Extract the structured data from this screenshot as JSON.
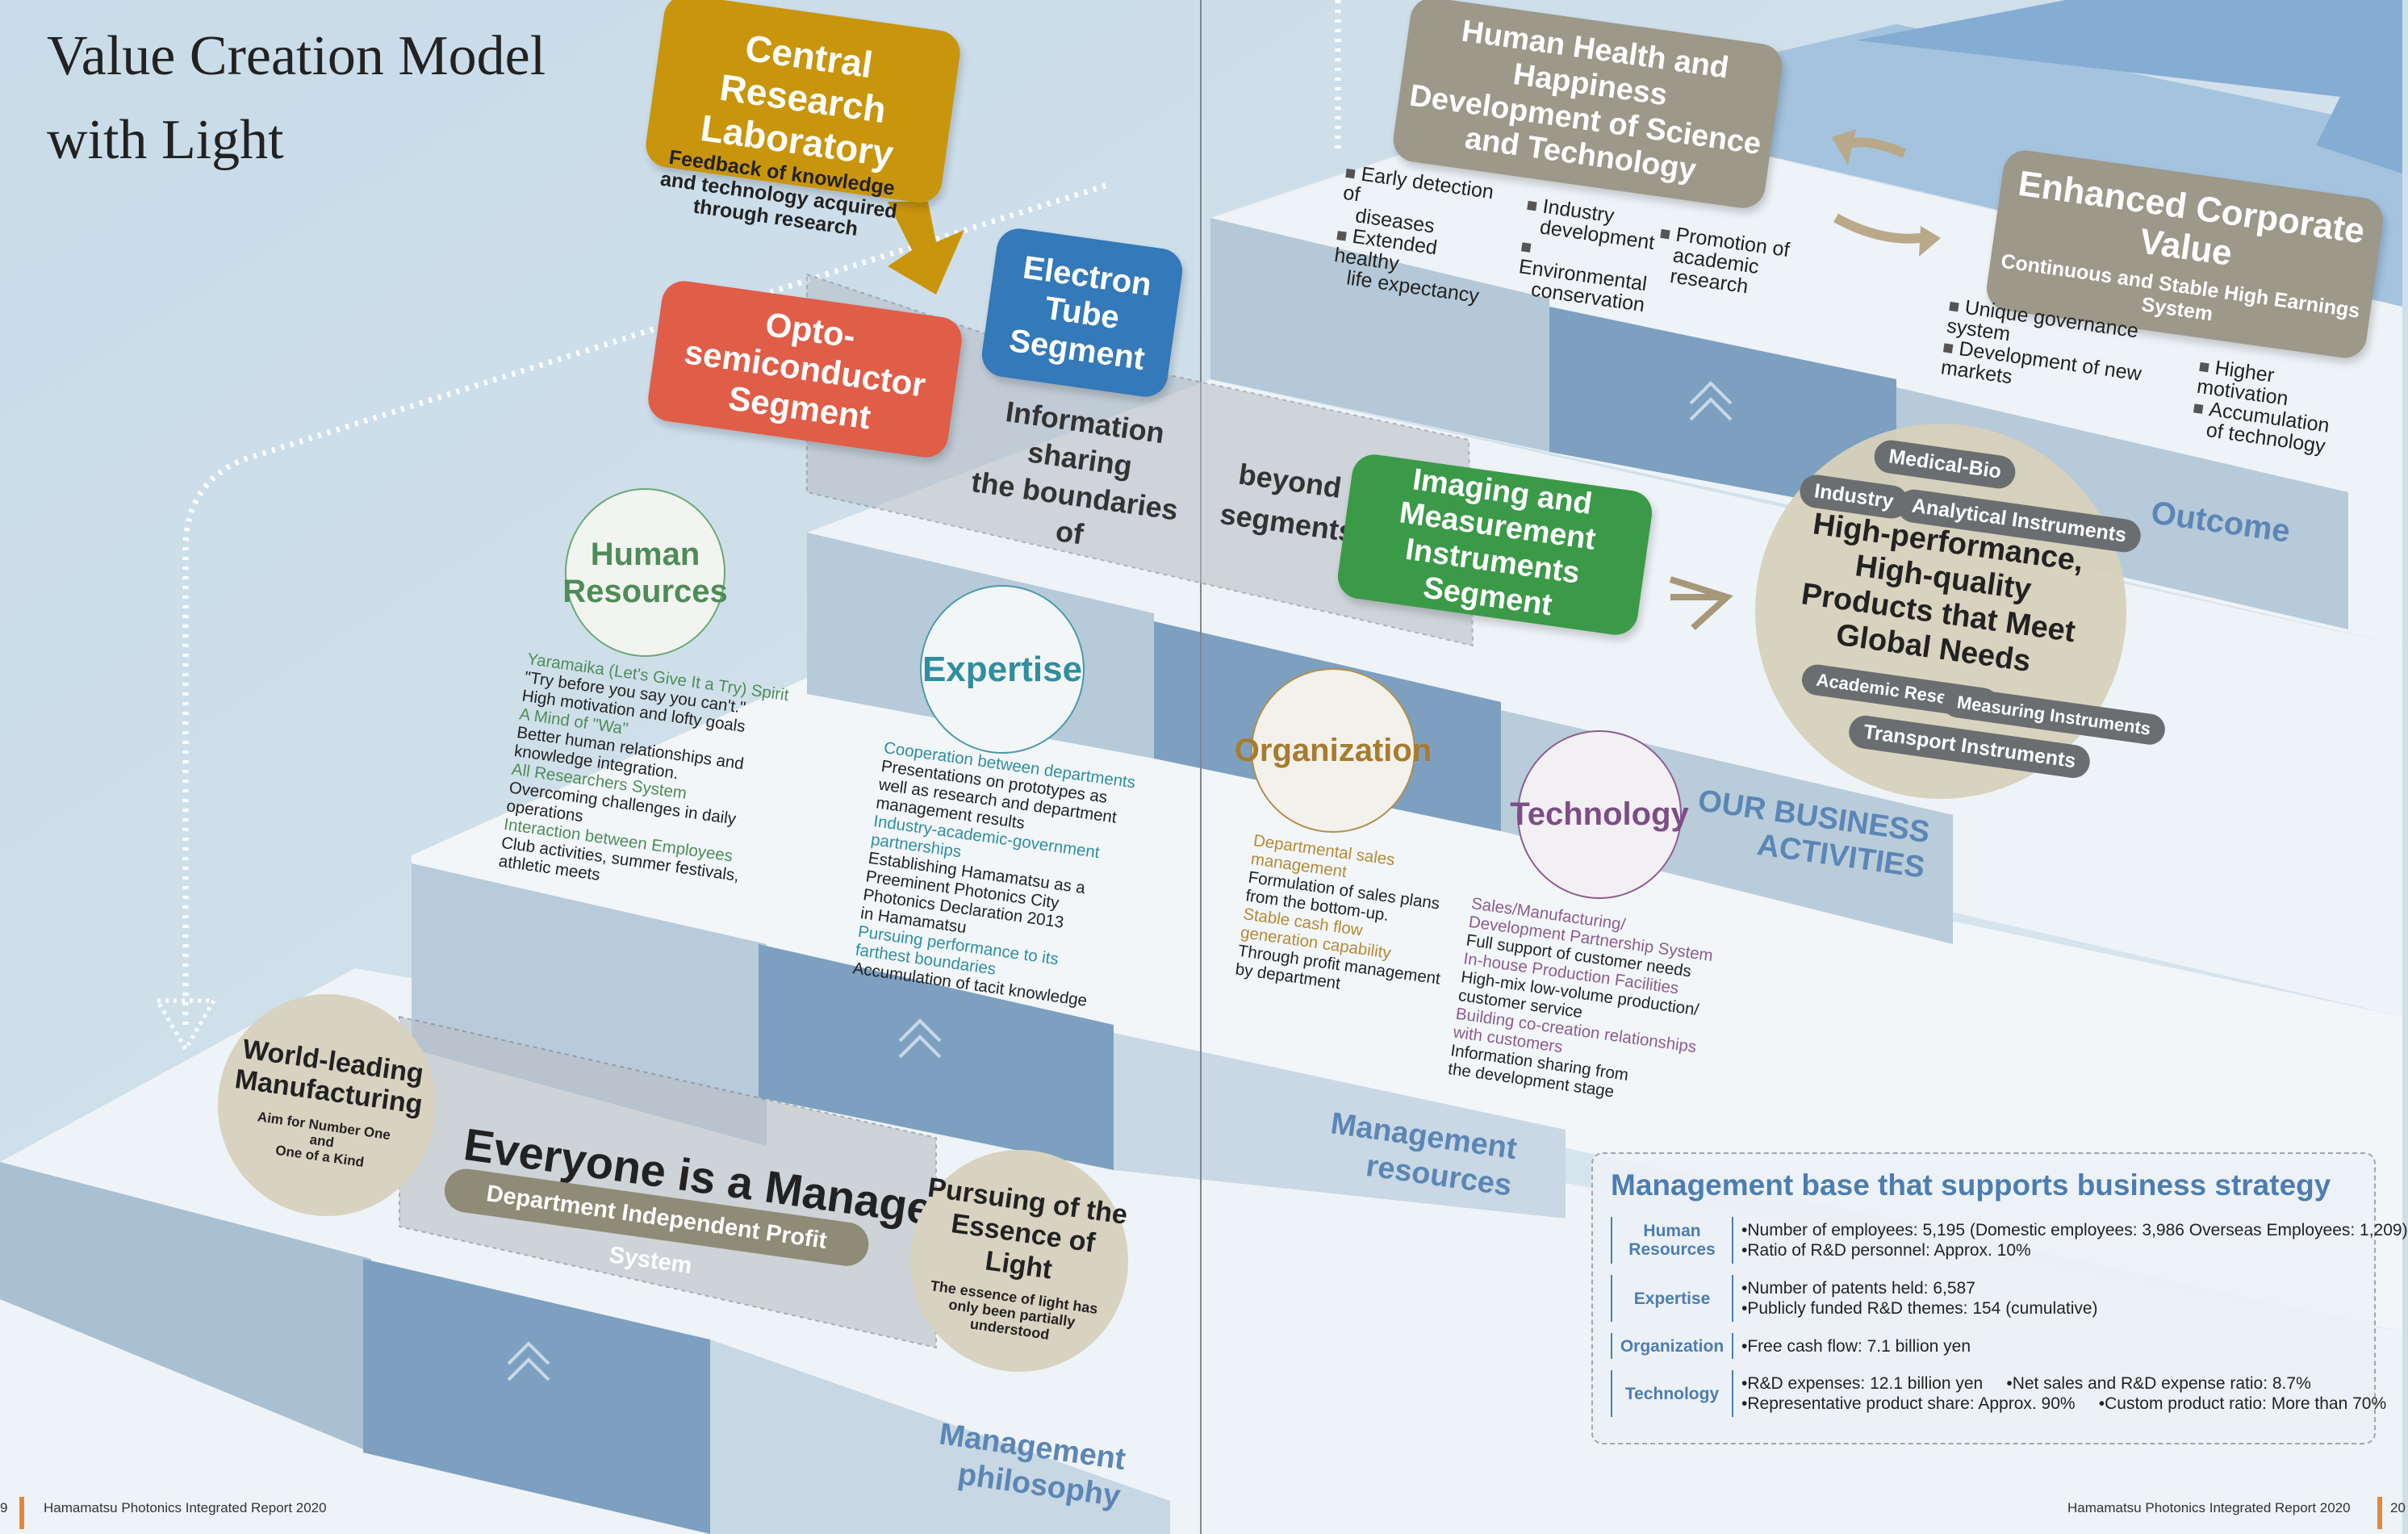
{
  "title_lines": [
    "Value Creation Model",
    "with Light"
  ],
  "central_research": {
    "title_lines": [
      "Central Research",
      "Laboratory"
    ],
    "feedback_lines": [
      "Feedback of knowledge",
      "and technology acquired",
      "through research"
    ]
  },
  "segments": {
    "opto": [
      "Opto-semiconductor",
      "Segment"
    ],
    "electron": [
      "Electron Tube",
      "Segment"
    ],
    "imaging": [
      "Imaging and Measurement",
      "Instruments Segment"
    ]
  },
  "info_sharing": {
    "left_lines": [
      "Information sharing",
      "the boundaries of"
    ],
    "right_lines": [
      "beyond",
      "segments"
    ]
  },
  "human_health": [
    "Human Health and Happiness",
    "Development of Science and Technology"
  ],
  "health_bullets": {
    "col1": [
      [
        "Early detection of",
        "diseases"
      ],
      [
        "Extended healthy",
        "life expectancy"
      ]
    ],
    "col2": [
      [
        "Industry",
        "development"
      ],
      [
        "Environmental",
        "conservation"
      ]
    ],
    "col3": [
      [
        "Promotion of",
        "academic research"
      ]
    ]
  },
  "enhanced": {
    "title": "Enhanced Corporate Value",
    "subtitle": "Continuous and Stable High Earnings System",
    "bullets_left": [
      "Unique governance system",
      "Development of new markets"
    ],
    "bullets_right": [
      "Higher motivation",
      "Accumulation",
      "of technology"
    ]
  },
  "products": {
    "center_lines": [
      "High-performance,",
      "High-quality",
      "Products that Meet",
      "Global Needs"
    ],
    "pills_top": [
      "Medical-Bio",
      "Industry",
      "Analytical Instruments"
    ],
    "pills_bottom": [
      "Academic Research",
      "Measuring Instruments",
      "Transport Instruments"
    ]
  },
  "step_labels": {
    "outcome": "Outcome",
    "business": [
      "OUR BUSINESS",
      "ACTIVITIES"
    ],
    "resources": [
      "Management",
      "resources"
    ],
    "philosophy": [
      "Management",
      "philosophy"
    ]
  },
  "resources": {
    "human": {
      "title_lines": [
        "Human",
        "Resources"
      ],
      "lines": [
        {
          "t": "Yaramaika (Let's Give It a Try) Spirit",
          "c": "green"
        },
        {
          "t": "\"Try before you say you can't.\"",
          "c": "dark"
        },
        {
          "t": "High motivation and lofty goals",
          "c": "dark"
        },
        {
          "t": "A Mind of \"Wa\"",
          "c": "green"
        },
        {
          "t": "Better human relationships and",
          "c": "dark"
        },
        {
          "t": "knowledge integration.",
          "c": "dark"
        },
        {
          "t": "All Researchers System",
          "c": "green"
        },
        {
          "t": "Overcoming challenges in daily",
          "c": "dark"
        },
        {
          "t": "operations",
          "c": "dark"
        },
        {
          "t": "Interaction between Employees",
          "c": "green"
        },
        {
          "t": "Club activities, summer festivals,",
          "c": "dark"
        },
        {
          "t": "athletic meets",
          "c": "dark"
        }
      ]
    },
    "expertise": {
      "title": "Expertise",
      "lines": [
        {
          "t": "Cooperation between departments",
          "c": "teal"
        },
        {
          "t": "Presentations on prototypes as",
          "c": "dark"
        },
        {
          "t": "well as research and department",
          "c": "dark"
        },
        {
          "t": "management results",
          "c": "dark"
        },
        {
          "t": "Industry-academic-government",
          "c": "teal"
        },
        {
          "t": "partnerships",
          "c": "teal"
        },
        {
          "t": "Establishing Hamamatsu as a",
          "c": "dark"
        },
        {
          "t": "Preeminent Photonics City",
          "c": "dark"
        },
        {
          "t": "Photonics Declaration 2013",
          "c": "dark"
        },
        {
          "t": "in Hamamatsu",
          "c": "dark"
        },
        {
          "t": "Pursuing performance to its",
          "c": "teal"
        },
        {
          "t": "farthest boundaries",
          "c": "teal"
        },
        {
          "t": "Accumulation of tacit knowledge",
          "c": "dark"
        }
      ]
    },
    "organization": {
      "title": "Organization",
      "lines": [
        {
          "t": "Departmental sales",
          "c": "gold"
        },
        {
          "t": "management",
          "c": "gold"
        },
        {
          "t": "Formulation of sales plans",
          "c": "dark"
        },
        {
          "t": "from the bottom-up.",
          "c": "dark"
        },
        {
          "t": "Stable cash flow",
          "c": "gold"
        },
        {
          "t": "generation capability",
          "c": "gold"
        },
        {
          "t": "Through profit management",
          "c": "dark"
        },
        {
          "t": "by department",
          "c": "dark"
        }
      ]
    },
    "technology": {
      "title": "Technology",
      "lines": [
        {
          "t": "Sales/Manufacturing/",
          "c": "purple"
        },
        {
          "t": "Development Partnership System",
          "c": "purple"
        },
        {
          "t": "Full support of customer needs",
          "c": "dark"
        },
        {
          "t": "In-house Production Facilities",
          "c": "purple"
        },
        {
          "t": "High-mix low-volume production/",
          "c": "dark"
        },
        {
          "t": "customer service",
          "c": "dark"
        },
        {
          "t": "Building co-creation relationships",
          "c": "purple"
        },
        {
          "t": "with customers",
          "c": "purple"
        },
        {
          "t": "Information sharing from",
          "c": "dark"
        },
        {
          "t": "the development stage",
          "c": "dark"
        }
      ]
    }
  },
  "philosophy": {
    "world_leading": {
      "title_lines": [
        "World-leading",
        "Manufacturing"
      ],
      "sub_lines": [
        "Aim for Number One",
        "and",
        "One of a Kind"
      ]
    },
    "manager": {
      "title": "Everyone is a Manager",
      "sub": "Department Independent Profit System"
    },
    "pursuing": {
      "title_lines": [
        "Pursuing of the",
        "Essence of Light"
      ],
      "sub_lines": [
        "The essence of light has",
        "only been partially",
        "understood"
      ]
    }
  },
  "management_base": {
    "title": "Management base that supports business strategy",
    "rows": [
      {
        "label_lines": [
          "Human",
          "Resources"
        ],
        "items": [
          "•Number of employees: 5,195 (Domestic employees: 3,986 Overseas Employees: 1,209)",
          "•Ratio of R&D personnel: Approx. 10%"
        ]
      },
      {
        "label_lines": [
          "Expertise"
        ],
        "items": [
          "•Number of patents held: 6,587",
          "•Publicly funded R&D themes: 154 (cumulative)"
        ]
      },
      {
        "label_lines": [
          "Organization"
        ],
        "items": [
          "•Free cash flow: 7.1 billion yen"
        ]
      },
      {
        "label_lines": [
          "Technology"
        ],
        "items": [
          "•R&D expenses: 12.1 billion yen     •Net sales and R&D expense ratio: 8.7%",
          "•Representative product share: Approx. 90%     •Custom product ratio: More than 70%"
        ]
      }
    ]
  },
  "footer": {
    "left_page": "9",
    "left_text": "Hamamatsu Photonics Integrated Report 2020",
    "right_text": "Hamamatsu Photonics Integrated Report 2020",
    "right_page": "20"
  },
  "colors": {
    "gold": "#c9950c",
    "red": "#e05d48",
    "blue": "#3479b9",
    "green": "#3a9a48",
    "taupe": "#9c998a",
    "step_blue": "#7da0c0"
  }
}
